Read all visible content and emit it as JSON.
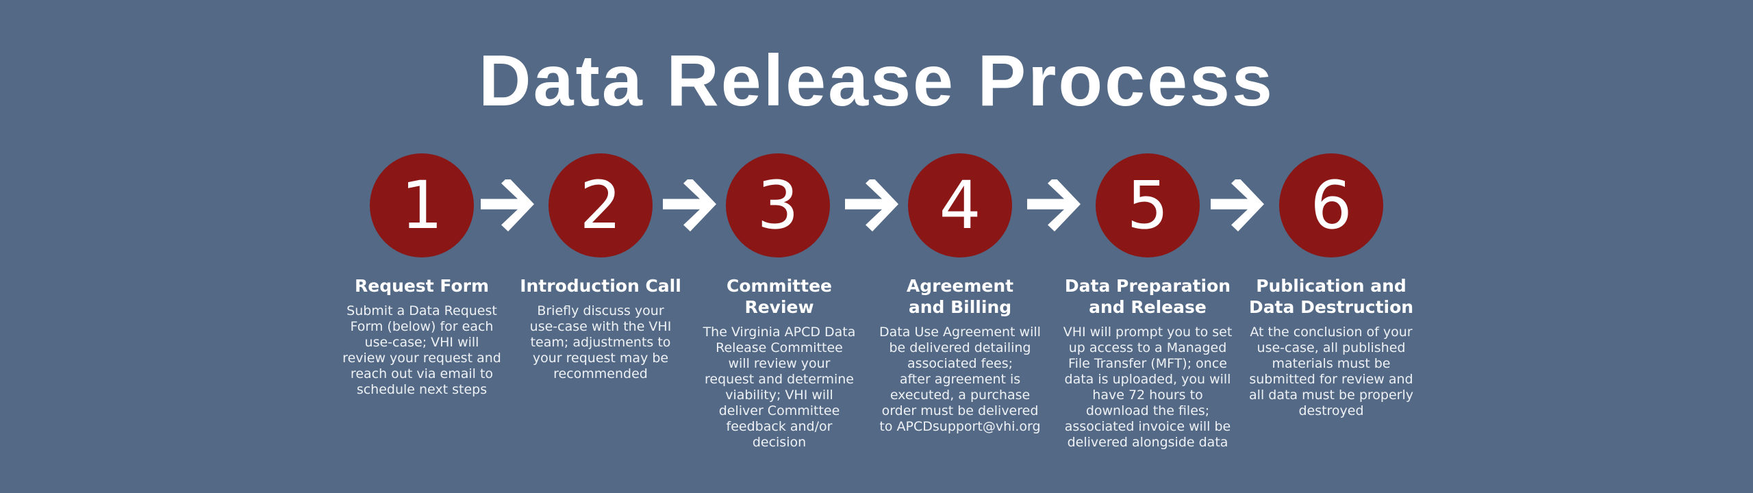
{
  "title": "Data Release Process",
  "colors": {
    "background": "#536985",
    "circle": "#8a1616",
    "text": "#ffffff"
  },
  "connector_icon": "arrow-right-icon",
  "steps": [
    {
      "number": "1",
      "title": "Request Form",
      "description": "Submit a Data Request\nForm (below) for each\nuse-case; VHI will\nreview your request and\nreach out via email to\nschedule next steps"
    },
    {
      "number": "2",
      "title": "Introduction Call",
      "description": "Briefly discuss your\nuse-case with the VHI\nteam; adjustments to\nyour request may be\nrecommended"
    },
    {
      "number": "3",
      "title": "Committee\nReview",
      "description": "The Virginia APCD Data\nRelease Committee\nwill review your\nrequest and determine\nviability; VHI will\ndeliver Committee\nfeedback and/or\ndecision"
    },
    {
      "number": "4",
      "title": "Agreement\nand Billing",
      "description": "Data Use Agreement will\nbe delivered detailing\nassociated fees;\nafter agreement is\nexecuted, a purchase\norder must be delivered\nto APCDsupport@vhi.org"
    },
    {
      "number": "5",
      "title": "Data Preparation\nand Release",
      "description": "VHI will prompt you to set\nup access to a Managed\nFile Transfer (MFT); once\ndata is uploaded, you will\nhave 72 hours to\ndownload the files;\nassociated invoice will be\ndelivered alongside data"
    },
    {
      "number": "6",
      "title": "Publication and\nData Destruction",
      "description": "At the conclusion of your\nuse-case, all published\nmaterials must be\nsubmitted for review and\nall data must be properly\ndestroyed"
    }
  ]
}
